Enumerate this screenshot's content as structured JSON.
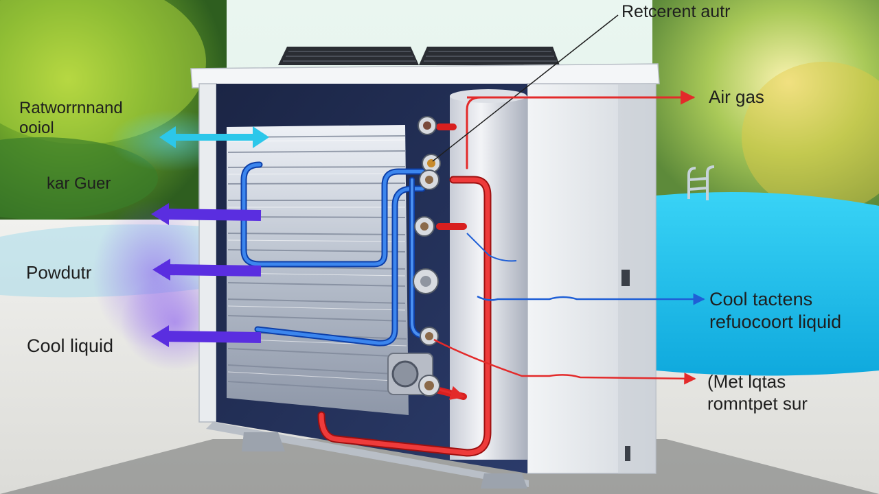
{
  "labels": {
    "top_right": "Retcerent autr",
    "air_gas": "Air gas",
    "left_top": [
      "Ratworrnnand",
      "ooiol"
    ],
    "left_mid": "kar Guer",
    "powder": "Powdutr",
    "cool_liquid": "Cool liquid",
    "right_mid": [
      "Cool tactens",
      "refuocoort liquid"
    ],
    "right_bottom": [
      "(Met lqtas",
      "romntpet sur"
    ]
  },
  "colors": {
    "hot_refrigerant": "#e32a2a",
    "cold_refrigerant": "#1f5fd6",
    "cool_air_arrow": "#2cc7ea",
    "warm_air_arrow": "#5a2ee0",
    "pool_water": "#23c4ef",
    "housing": "#e6e9ec"
  },
  "icons": {
    "fan_grille": "fan-grille-icon",
    "valve": "valve-icon",
    "compressor": "compressor-icon"
  }
}
